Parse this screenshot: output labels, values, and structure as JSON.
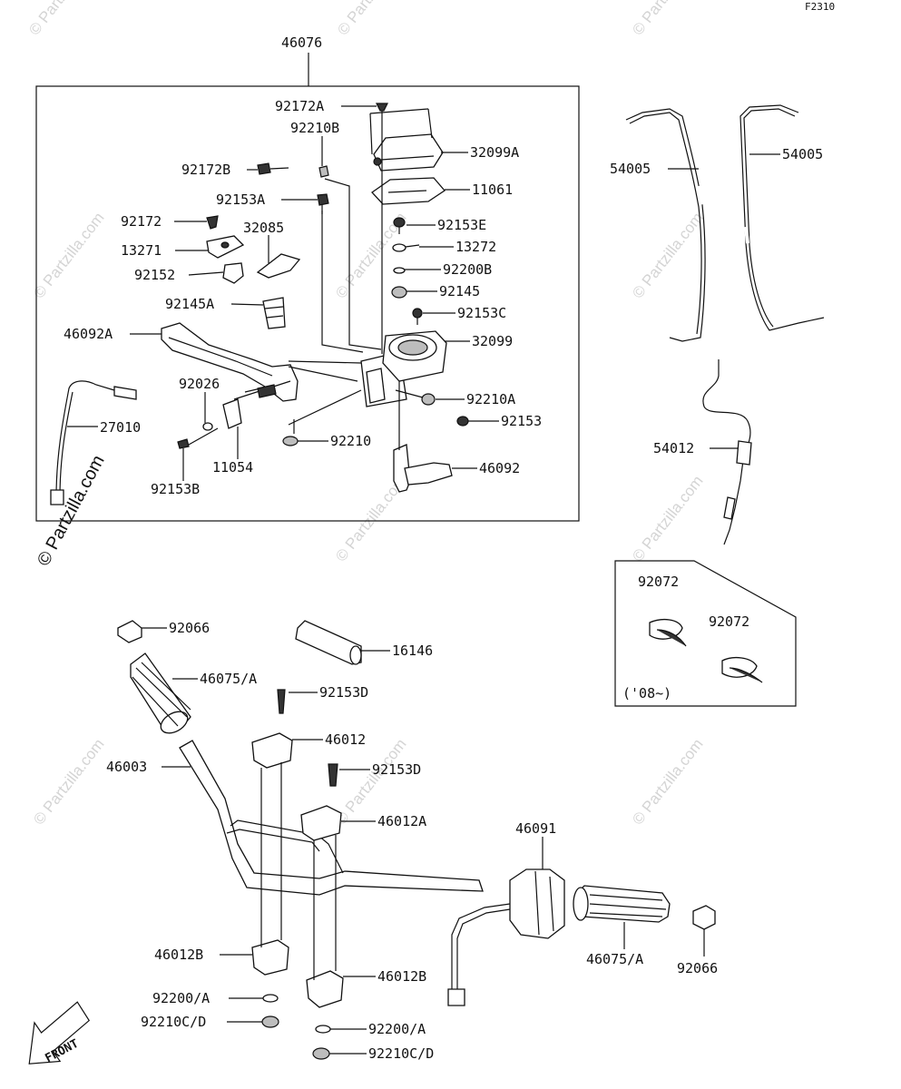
{
  "figure_code": "F2310",
  "watermark_text": "© Partzilla.com",
  "front_label": "FRONT",
  "year_note": "('08~)",
  "labels": {
    "p46076": "46076",
    "p92172A": "92172A",
    "p92210B": "92210B",
    "p92172B": "92172B",
    "p92153A": "92153A",
    "p92172": "92172",
    "p32085": "32085",
    "p13271": "13271",
    "p92152": "92152",
    "p92145A": "92145A",
    "p46092A": "46092A",
    "p92026": "92026",
    "p27010": "27010",
    "p11054": "11054",
    "p92153B": "92153B",
    "p92210": "92210",
    "p32099A": "32099A",
    "p11061": "11061",
    "p92153E": "92153E",
    "p13272": "13272",
    "p92200B": "92200B",
    "p92145": "92145",
    "p92153C": "92153C",
    "p32099": "32099",
    "p92210A": "92210A",
    "p92153": "92153",
    "p46092": "46092",
    "p54005_left": "54005",
    "p54005_right": "54005",
    "p54012": "54012",
    "p92072_left": "92072",
    "p92072_right": "92072",
    "p92066_top": "92066",
    "p16146": "16146",
    "p46075_top": "46075/A",
    "p92153D_top": "92153D",
    "p46012": "46012",
    "p46003": "46003",
    "p92153D_mid": "92153D",
    "p46012A": "46012A",
    "p46091": "46091",
    "p46012B_left": "46012B",
    "p46012B_right": "46012B",
    "p46075_bottom": "46075/A",
    "p92066_bottom": "92066",
    "p92200A_left": "92200/A",
    "p92210CD_left": "92210C/D",
    "p92200A_right": "92200/A",
    "p92210CD_right": "92210C/D"
  }
}
